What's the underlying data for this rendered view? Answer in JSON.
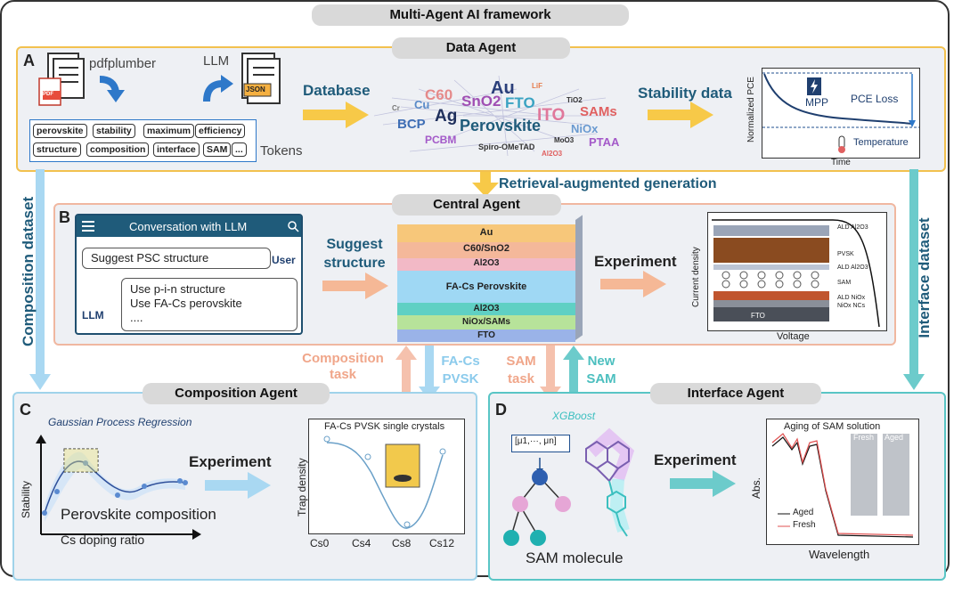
{
  "title": "Multi-Agent AI framework",
  "data_agent": {
    "label": "Data Agent",
    "letter": "A",
    "pdfplumber": "pdfplumber",
    "llm": "LLM",
    "pdf_badge": "PDF",
    "json_badge": "JSON",
    "tokens": [
      "perovskite",
      "stability",
      "maximum",
      "efficiency",
      "structure",
      "composition",
      "interface",
      "SAM",
      "..."
    ],
    "tokens_label": "Tokens",
    "database": "Database",
    "stability_data": "Stability data",
    "word_cloud": [
      "Au",
      "C60",
      "SnO2",
      "Cu",
      "FTO",
      "LiF",
      "TiO2",
      "Cr",
      "Ag",
      "ITO",
      "SAMs",
      "BCP",
      "Perovskite",
      "NiOx",
      "PCBM",
      "MoO3",
      "PTAA",
      "Spiro-OMeTAD",
      "Al2O3"
    ],
    "plot": {
      "ylabel": "Normalized PCE",
      "xlabel": "Time",
      "mpp": "MPP",
      "pce_loss": "PCE Loss",
      "temperature": "Temperature"
    }
  },
  "rag": "Retrieval-augmented generation",
  "central_agent": {
    "label": "Central Agent",
    "letter": "B",
    "chat_title": "Conversation with LLM",
    "user_msg": "Suggest PSC structure",
    "user_label": "User",
    "llm_label": "LLM",
    "llm_msgs": [
      "Use p-i-n structure",
      "Use FA-Cs perovskite",
      "...."
    ],
    "suggest": "Suggest structure",
    "layers": [
      "Au",
      "C60/SnO2",
      "Al2O3",
      "FA-Cs Perovskite",
      "Al2O3",
      "NiOx/SAMs",
      "FTO"
    ],
    "experiment": "Experiment",
    "device_plot": {
      "ylabel": "Current density",
      "xlabel": "Voltage",
      "layers": [
        "ALD Al2O3",
        "PVSK",
        "ALD Al2O3",
        "SAM",
        "ALD NiOx",
        "NiOx NCs"
      ],
      "fto": "FTO"
    }
  },
  "side_labels": {
    "left": "Composition dataset",
    "right": "Interface dataset"
  },
  "tasks": {
    "composition_task": "Composition task",
    "fa_cs": "FA-Cs PVSK",
    "sam_task": "SAM task",
    "new_sam": "New SAM"
  },
  "composition_agent": {
    "label": "Composition Agent",
    "letter": "C",
    "gpr": "Gaussian Process Regression",
    "ylabel": "Stability",
    "xlabel": "Cs doping ratio",
    "perovskite_composition": "Perovskite composition",
    "experiment": "Experiment",
    "trap_plot": {
      "title": "FA-Cs PVSK single crystals",
      "ylabel": "Trap density",
      "categories": [
        "Cs0",
        "Cs4",
        "Cs8",
        "Cs12"
      ]
    }
  },
  "interface_agent": {
    "label": "Interface Agent",
    "letter": "D",
    "xgboost": "XGBoost",
    "mu": "[μ1,···, μn]",
    "sam_molecule": "SAM molecule",
    "experiment": "Experiment",
    "abs_plot": {
      "title": "Aging of SAM solution",
      "ylabel": "Abs.",
      "xlabel": "Wavelength",
      "legend": [
        "Aged",
        "Fresh"
      ],
      "fresh": "Fresh",
      "aged": "Aged"
    }
  },
  "colors": {
    "data_border": "#f2c14e",
    "central_border": "#f0b7a0",
    "comp_border": "#9fd3ea",
    "iface_border": "#59c5c5",
    "accent": "#1f5b7a"
  }
}
